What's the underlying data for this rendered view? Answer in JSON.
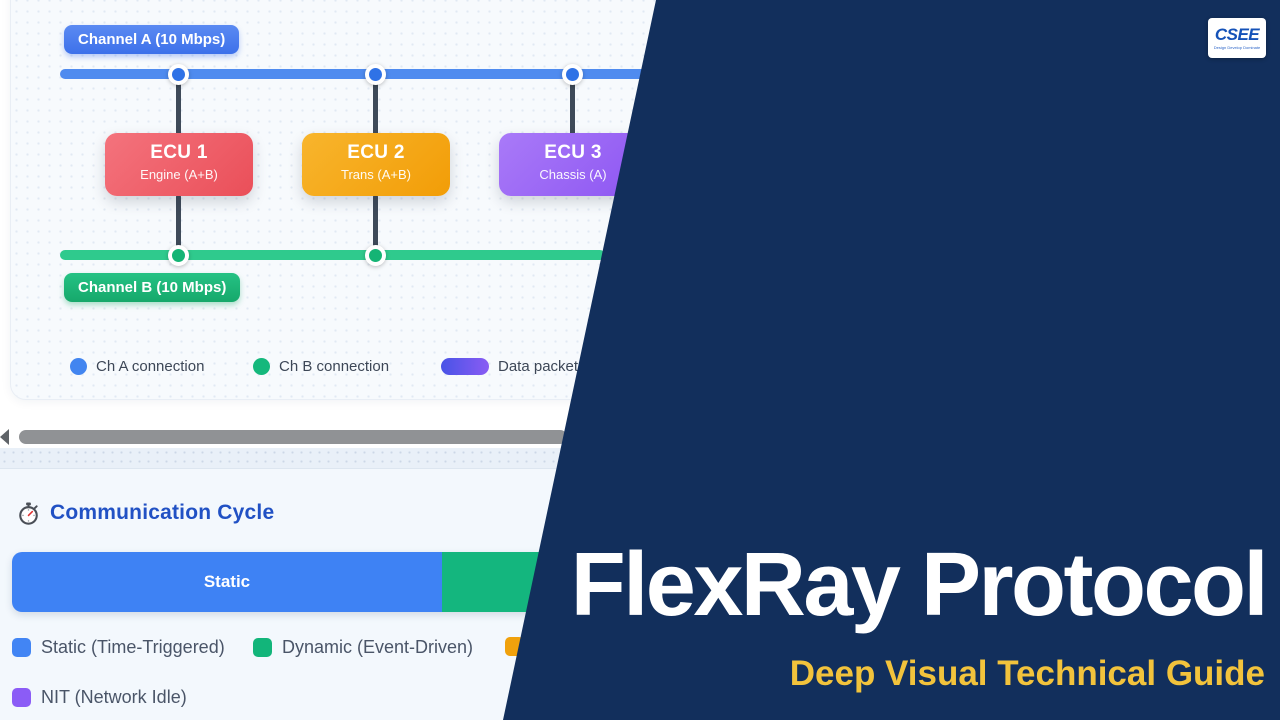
{
  "diagram": {
    "channel_a_label": "Channel A (10 Mbps)",
    "channel_b_label": "Channel B (10 Mbps)",
    "ecus": [
      {
        "name": "ECU 1",
        "desc": "Engine (A+B)"
      },
      {
        "name": "ECU 2",
        "desc": "Trans (A+B)"
      },
      {
        "name": "ECU 3",
        "desc": "Chassis (A)"
      }
    ],
    "legend": [
      {
        "label": "Ch A connection"
      },
      {
        "label": "Ch B connection"
      },
      {
        "label": "Data packet"
      }
    ],
    "colors": {
      "channel_a": "#3d71ea",
      "channel_a_line": "#4f8bef",
      "channel_b": "#16a86b",
      "channel_b_line": "#2fca8d",
      "ecu1": "#ea4f59",
      "ecu2": "#f29d07",
      "ecu3": "#8d55f2",
      "data_packet_from": "#4853e6",
      "data_packet_to": "#8a5cf4"
    }
  },
  "cycle": {
    "heading": "Communication Cycle",
    "heading_color": "#2151c4",
    "bar_segments": [
      {
        "label": "Static",
        "color": "#3e82f4"
      },
      {
        "label": "",
        "color": "#14b67e"
      }
    ],
    "legend_row1": [
      {
        "label": "Static (Time-Triggered)",
        "color": "#4285f4"
      },
      {
        "label": "Dynamic (Event-Driven)",
        "color": "#12b57a"
      },
      {
        "label": "",
        "color": "#f0a10c"
      }
    ],
    "legend_row2": [
      {
        "label": "NIT (Network Idle)",
        "color": "#8b5cf6"
      }
    ]
  },
  "hero": {
    "title": "FlexRay Protocol",
    "subtitle": "Deep Visual Technical Guide",
    "colors": {
      "background": "#122f5c",
      "title": "#ffffff",
      "subtitle": "#f2c33c"
    }
  },
  "logo": {
    "text": "CSEE",
    "tagline": "Design Develop Dominate"
  }
}
